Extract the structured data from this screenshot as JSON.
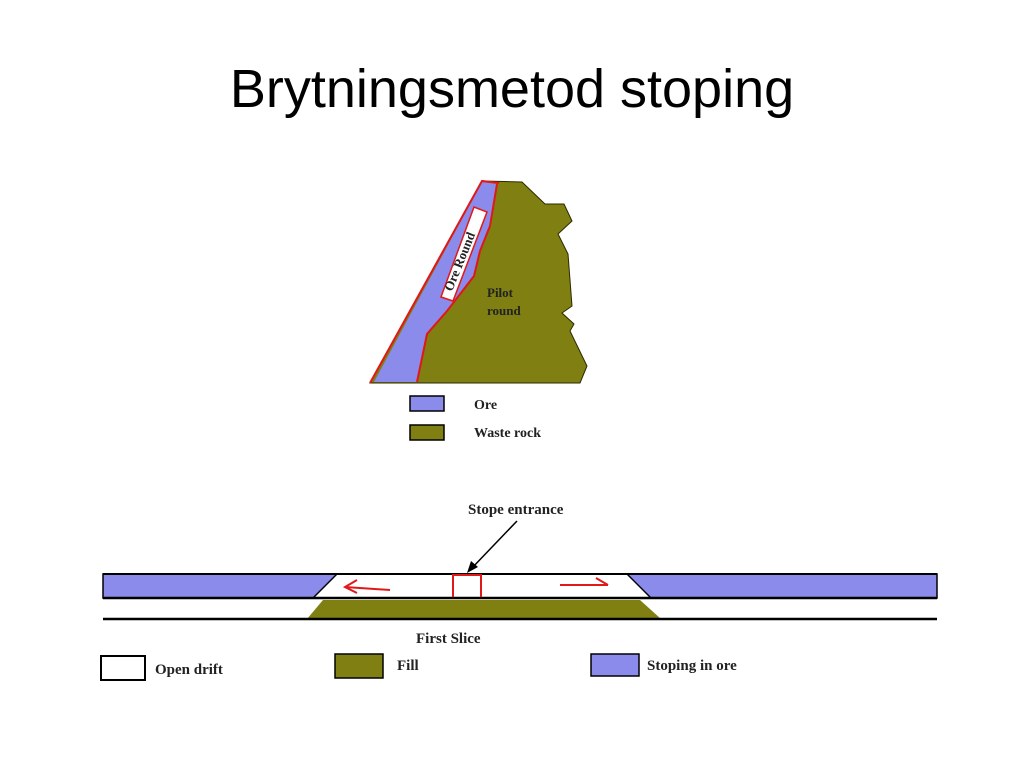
{
  "slide": {
    "title": "Brytningsmetod stoping"
  },
  "colors": {
    "ore": "#8b8bec",
    "waste_rock": "#7f7f12",
    "fill": "#7f7f12",
    "stoping_in_ore": "#8b8bec",
    "open_drift": "#ffffff",
    "contact_line": "#e01818",
    "arrow": "#e01818"
  },
  "section_view": {
    "ore_round_label": "Ore Round",
    "pilot_round_label": "Pilot\nround",
    "legend": [
      {
        "label": "Ore",
        "color_key": "ore"
      },
      {
        "label": "Waste rock",
        "color_key": "waste_rock"
      }
    ]
  },
  "plan_view": {
    "stope_entrance_label": "Stope entrance",
    "slice_label": "First Slice",
    "legend": [
      {
        "label": "Open drift",
        "color_key": "open_drift"
      },
      {
        "label": "Fill",
        "color_key": "fill"
      },
      {
        "label": "Stoping in ore",
        "color_key": "stoping_in_ore"
      }
    ]
  }
}
